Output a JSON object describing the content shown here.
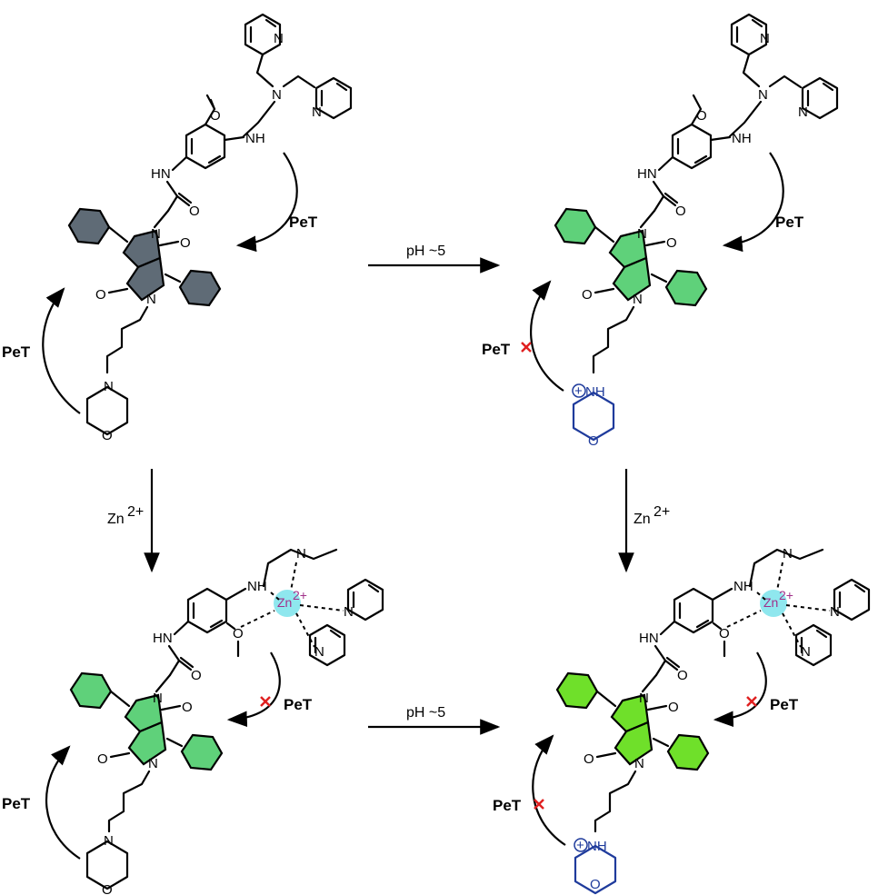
{
  "labels": {
    "pet": "PeT",
    "ph_condition": "pH ~5",
    "zn_label": "Zn",
    "zn_charge": "2+"
  },
  "atoms": {
    "n": "N",
    "o": "O",
    "nh": "NH",
    "hn": "HN",
    "o_methyl": "O"
  },
  "colors": {
    "core_off": "#5f6b76",
    "core_partial": "#5fd17a",
    "core_on": "#6fe02a",
    "morpholine_protonated": "#1f3b9c",
    "zinc_halo": "#8fe7ee",
    "zinc_text": "#a0308a",
    "blocked_mark": "#e02020"
  }
}
